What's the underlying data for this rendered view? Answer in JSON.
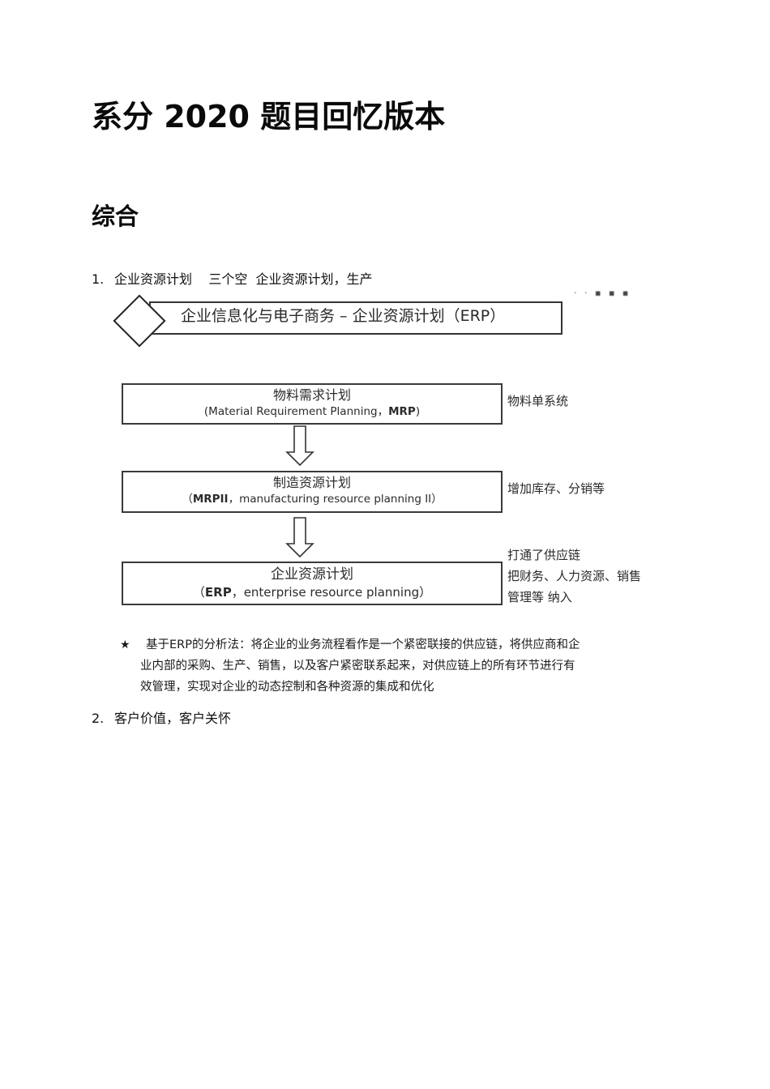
{
  "document": {
    "title": "系分 2020 题目回忆版本",
    "section_heading": "综合",
    "list_items": [
      {
        "number": "1.",
        "text": "企业资源计划    三个空  企业资源计划，生产"
      },
      {
        "number": "2.",
        "text": "客户价值，客户关怀"
      }
    ]
  },
  "figure": {
    "banner_title": "企业信息化与电子商务 – 企业资源计划（ERP）",
    "stages": [
      {
        "cn": "物料需求计划",
        "en_prefix": "(Material Requirement Planning，",
        "en_bold": "MRP",
        "en_suffix": ")",
        "note": [
          "物料单系统"
        ]
      },
      {
        "cn": "制造资源计划",
        "en_prefix": "（",
        "en_bold": "MRPII",
        "en_suffix": "，manufacturing resource planning II）",
        "note": [
          "增加库存、分销等"
        ]
      },
      {
        "cn": "企业资源计划",
        "en_prefix": "（",
        "en_bold": "ERP",
        "en_suffix": "，enterprise resource planning）",
        "note": [
          "打通了供应链",
          "把财务、人力资源、销售",
          "管理等 纳入"
        ]
      }
    ],
    "star_icon": "★",
    "star_note_lines": [
      "基于ERP的分析法：将企业的业务流程看作是一个紧密联接的供应链，将供应商和企",
      "业内部的采购、生产、销售，以及客户紧密联系起来，对供应链上的所有环节进行有",
      "效管理，实现对企业的动态控制和各种资源的集成和优化"
    ]
  }
}
